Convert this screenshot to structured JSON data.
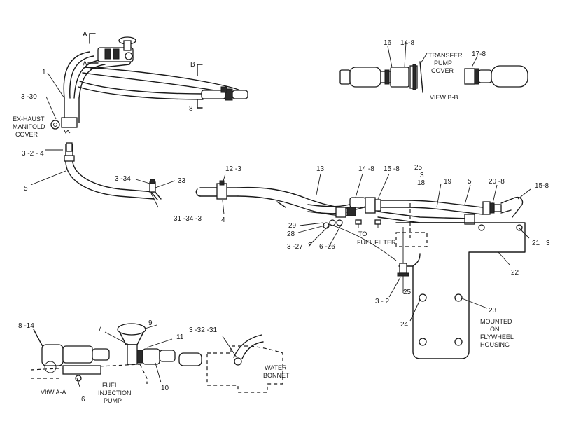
{
  "callouts": {
    "l_1": "1",
    "l_3_30": "3 -30",
    "l_3_2_4": "3 -2 - 4",
    "l_5a": "5",
    "l_8a": "8",
    "l_a_top": "A",
    "l_a_low": "A",
    "l_b_top": "B",
    "l_3_34": "3 -34",
    "l_33": "33",
    "l_31_34_3": "31 -34  -3",
    "l_12_3": "12 -3",
    "l_4": "4",
    "l_13": "13",
    "l_14_8a": "14 -8",
    "l_15_8a": "15 -8",
    "l_25_3": "25",
    "l_3b": "3",
    "l_18": "18",
    "l_19": "19",
    "l_5b": "5",
    "l_20_8": "20  -8",
    "l_15_8b": "15-8",
    "l_29": "29",
    "l_28": "28",
    "l_2": "2",
    "l_3_27": "3 -27",
    "l_6_26": "6 -26",
    "l_21": "21",
    "l_3c": "3",
    "l_22": "22",
    "l_3_2": "3 - 2",
    "l_25b": "25",
    "l_23": "23",
    "l_24": "24",
    "l_16": "16",
    "l_14_8b": "14-8",
    "l_17_8": "17-8",
    "l_8_14": "8 -14",
    "l_7": "7",
    "l_9": "9",
    "l_11": "11",
    "l_10": "10",
    "l_6": "6",
    "l_3_32_31": "3 -32  -31"
  },
  "captions": {
    "exhaust_1": "EX-HAUST",
    "exhaust_2": "MANIFOLD",
    "exhaust_3": "COVER",
    "to_fuel_filter_1": "TO",
    "to_fuel_filter_2": "FUEL FILTER",
    "mounted_1": "MOUNTED",
    "mounted_2": "ON",
    "mounted_3": "FLYWHEEL",
    "mounted_4": "HOUSING",
    "transfer_1": "TRANSFER",
    "transfer_2": "PUMP",
    "transfer_3": "COVER",
    "view_bb": "VIEW B-B",
    "view_aa": "VItW A-A",
    "fuel_pump_1": "FUEL",
    "fuel_pump_2": "INJECTION",
    "fuel_pump_3": "PUMP",
    "water_1": "WATER",
    "water_2": "BONNET"
  }
}
